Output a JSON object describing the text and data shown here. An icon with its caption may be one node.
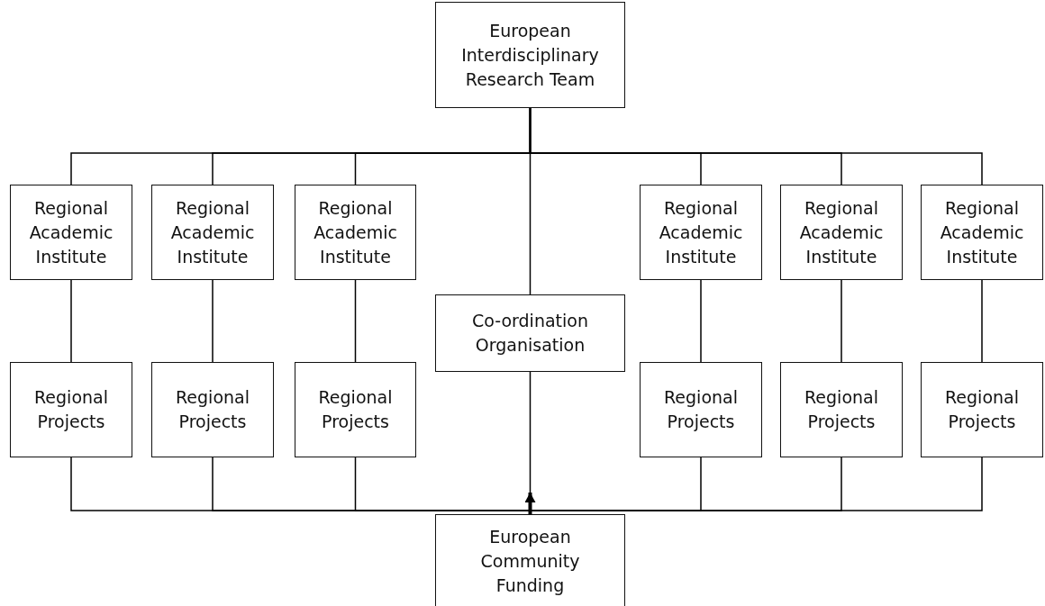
{
  "diagram": {
    "nodes": [
      {
        "text": [
          "European Interdisciplinary Research Team"
        ]
      },
      {
        "text": [
          "Regional Academic Institute"
        ]
      },
      {
        "text": [
          "Regional Academic Institute"
        ]
      },
      {
        "text": [
          "Regional Academic Institute"
        ]
      },
      {
        "text": [
          "Co-ordination Organisation"
        ]
      },
      {
        "text": [
          "Regional Academic Institute"
        ]
      },
      {
        "text": [
          "Regional Academic Institute"
        ]
      },
      {
        "text": [
          "Regional Academic Institute"
        ]
      },
      {
        "text": [
          "Regional Projects"
        ]
      },
      {
        "text": [
          "Regional Projects"
        ]
      },
      {
        "text": [
          "Regional Projects"
        ]
      },
      {
        "text": [
          "Regional Projects"
        ]
      },
      {
        "text": [
          "Regional Projects"
        ]
      },
      {
        "text": [
          "Regional Projects"
        ]
      },
      {
        "text": [
          "European Community Funding"
        ]
      }
    ],
    "edges": [
      {
        "from": 0,
        "to": 1,
        "arrow": "none"
      },
      {
        "from": 0,
        "to": 2,
        "arrow": "none"
      },
      {
        "from": 0,
        "to": 3,
        "arrow": "none"
      },
      {
        "from": 0,
        "to": 4,
        "arrow": "none"
      },
      {
        "from": 0,
        "to": 5,
        "arrow": "none"
      },
      {
        "from": 0,
        "to": 6,
        "arrow": "none"
      },
      {
        "from": 0,
        "to": 7,
        "arrow": "none"
      },
      {
        "from": 1,
        "to": 8,
        "arrow": "none"
      },
      {
        "from": 2,
        "to": 9,
        "arrow": "none"
      },
      {
        "from": 3,
        "to": 10,
        "arrow": "none"
      },
      {
        "from": 5,
        "to": 11,
        "arrow": "none"
      },
      {
        "from": 6,
        "to": 12,
        "arrow": "none"
      },
      {
        "from": 7,
        "to": 13,
        "arrow": "none"
      },
      {
        "from": 8,
        "to": 14,
        "arrow": "none"
      },
      {
        "from": 9,
        "to": 14,
        "arrow": "none"
      },
      {
        "from": 10,
        "to": 14,
        "arrow": "none"
      },
      {
        "from": 4,
        "to": 14,
        "arrow": "none"
      },
      {
        "from": 11,
        "to": 14,
        "arrow": "none"
      },
      {
        "from": 12,
        "to": 14,
        "arrow": "none"
      },
      {
        "from": 13,
        "to": 14,
        "arrow": "none"
      },
      {
        "from": 14,
        "to": null,
        "arrow": "to",
        "style": "thick"
      }
    ]
  }
}
